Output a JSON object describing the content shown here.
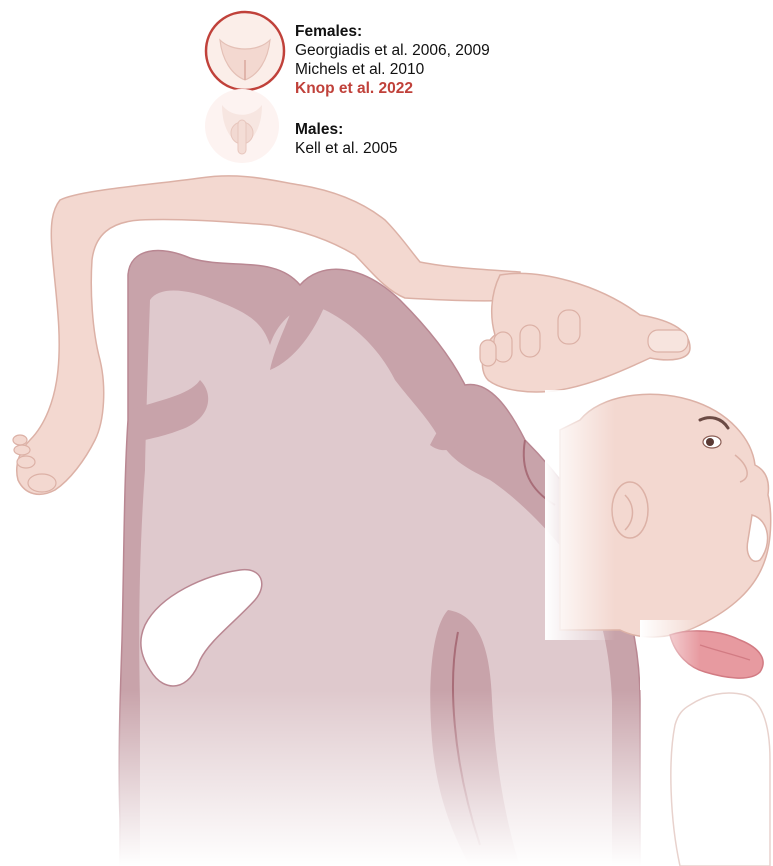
{
  "legend": {
    "females": {
      "heading": "Females:",
      "refs": [
        "Georgiadis et al. 2006, 2009",
        "Michels et al. 2010"
      ],
      "highlight": "Knop et al. 2022",
      "highlight_color": "#c0413a",
      "icon": "female-genitalia-icon"
    },
    "males": {
      "heading": "Males:",
      "refs": [
        "Kell et al. 2005"
      ],
      "icon": "male-genitalia-icon"
    }
  },
  "colors": {
    "grey_matter": "#c8a3aa",
    "white_matter": "#dfc9cd",
    "sulcus_line": "#a86d78",
    "skin": "#f3d8d0",
    "skin_outline": "#dcb1a6",
    "tongue": "#e79aa0",
    "circle_outline": "#c0413a"
  },
  "illustration": {
    "homunculus_parts": [
      "foot-icon",
      "leg-icon",
      "arm-icon",
      "hand-icon",
      "head-icon",
      "tongue-icon"
    ]
  }
}
